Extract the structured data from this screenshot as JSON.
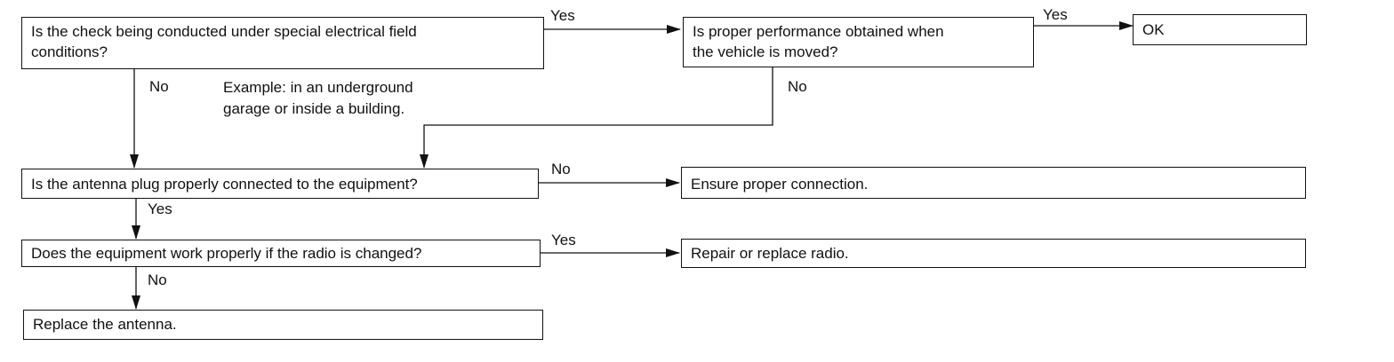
{
  "nodes": {
    "q_special_field": "Is the check being conducted under special electrical field\nconditions?",
    "q_vehicle_moved": "Is proper performance obtained when\nthe vehicle is moved?",
    "r_ok": "OK",
    "q_antenna_plug": "Is the antenna plug properly connected to the equipment?",
    "r_ensure_connection": "Ensure proper connection.",
    "q_radio_changed": "Does the equipment work properly if the radio is changed?",
    "r_repair_radio": "Repair or replace radio.",
    "r_replace_antenna": "Replace the antenna."
  },
  "edge_labels": {
    "special_yes": "Yes",
    "moved_yes": "Yes",
    "special_no": "No",
    "moved_no": "No",
    "plug_no": "No",
    "plug_yes": "Yes",
    "radio_yes": "Yes",
    "radio_no": "No"
  },
  "note": "Example: in an underground\ngarage or inside a building."
}
